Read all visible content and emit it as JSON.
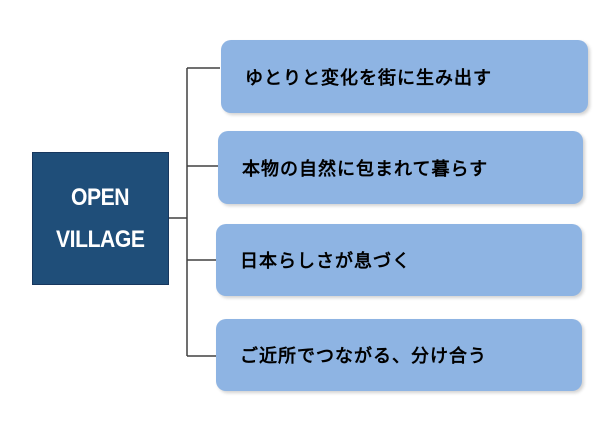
{
  "root": {
    "line1": "OPEN",
    "line2": "VILLAGE"
  },
  "branches": [
    {
      "label": "ゆとりと変化を街に生み出す"
    },
    {
      "label": "本物の自然に包まれて暮らす"
    },
    {
      "label": "日本らしさが息づく"
    },
    {
      "label": "ご近所でつながる、分け合う"
    }
  ],
  "colors": {
    "root_fill": "#1f4e79",
    "branch_fill": "#8eb4e3",
    "connector": "#404040"
  }
}
